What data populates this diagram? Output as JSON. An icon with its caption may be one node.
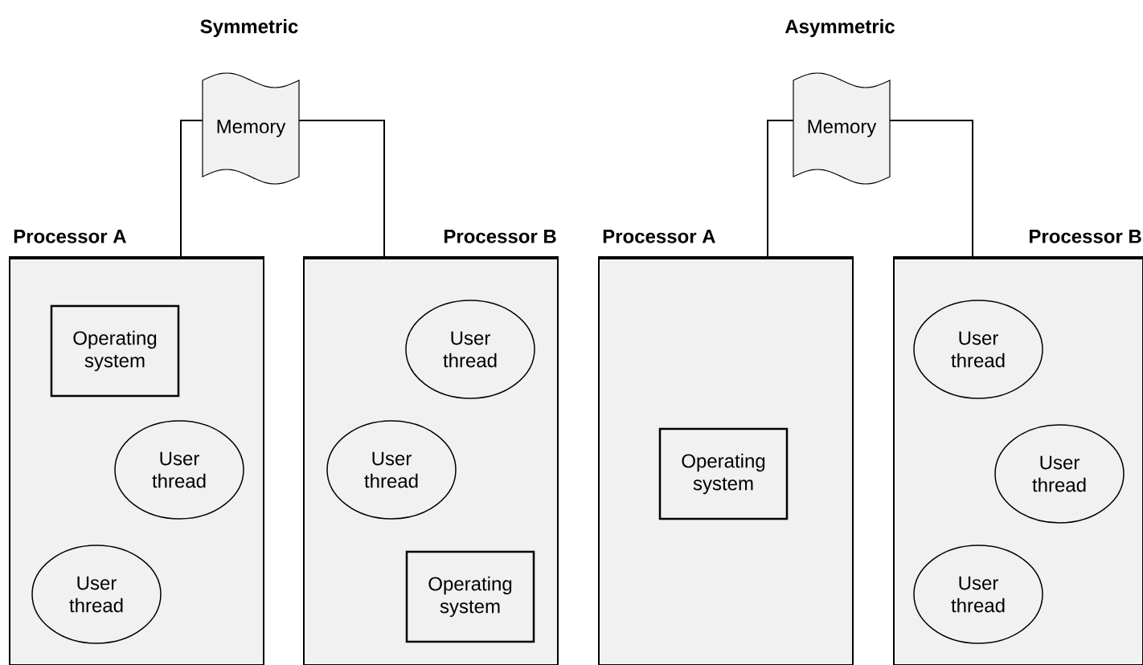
{
  "diagram": {
    "nodes": [
      {
        "text": [
          "Memory"
        ]
      },
      {
        "text": [
          "Processor A"
        ]
      },
      {
        "text": [
          "Operating system"
        ],
        "in": 1
      },
      {
        "text": [
          "User thread"
        ],
        "in": 1
      },
      {
        "text": [
          "User thread"
        ],
        "in": 1
      },
      {
        "text": [
          "Processor B"
        ]
      },
      {
        "text": [
          "User thread"
        ],
        "in": 5
      },
      {
        "text": [
          "User thread"
        ],
        "in": 5
      },
      {
        "text": [
          "Operating system"
        ],
        "in": 5
      },
      {
        "text": [
          "Memory"
        ]
      },
      {
        "text": [
          "Processor A"
        ]
      },
      {
        "text": [
          "Operating system"
        ],
        "in": 10
      },
      {
        "text": [
          "Processor B"
        ]
      },
      {
        "text": [
          "User thread"
        ],
        "in": 12
      },
      {
        "text": [
          "User thread"
        ],
        "in": 12
      },
      {
        "text": [
          "User thread"
        ],
        "in": 12
      }
    ],
    "edges": [
      {
        "from": 0,
        "to": 1,
        "arrow": "none"
      },
      {
        "from": 0,
        "to": 5,
        "arrow": "none"
      },
      {
        "from": 9,
        "to": 10,
        "arrow": "none"
      },
      {
        "from": 9,
        "to": 12,
        "arrow": "none"
      }
    ],
    "labels": [
      "Symmetric",
      "Asymmetric"
    ]
  }
}
